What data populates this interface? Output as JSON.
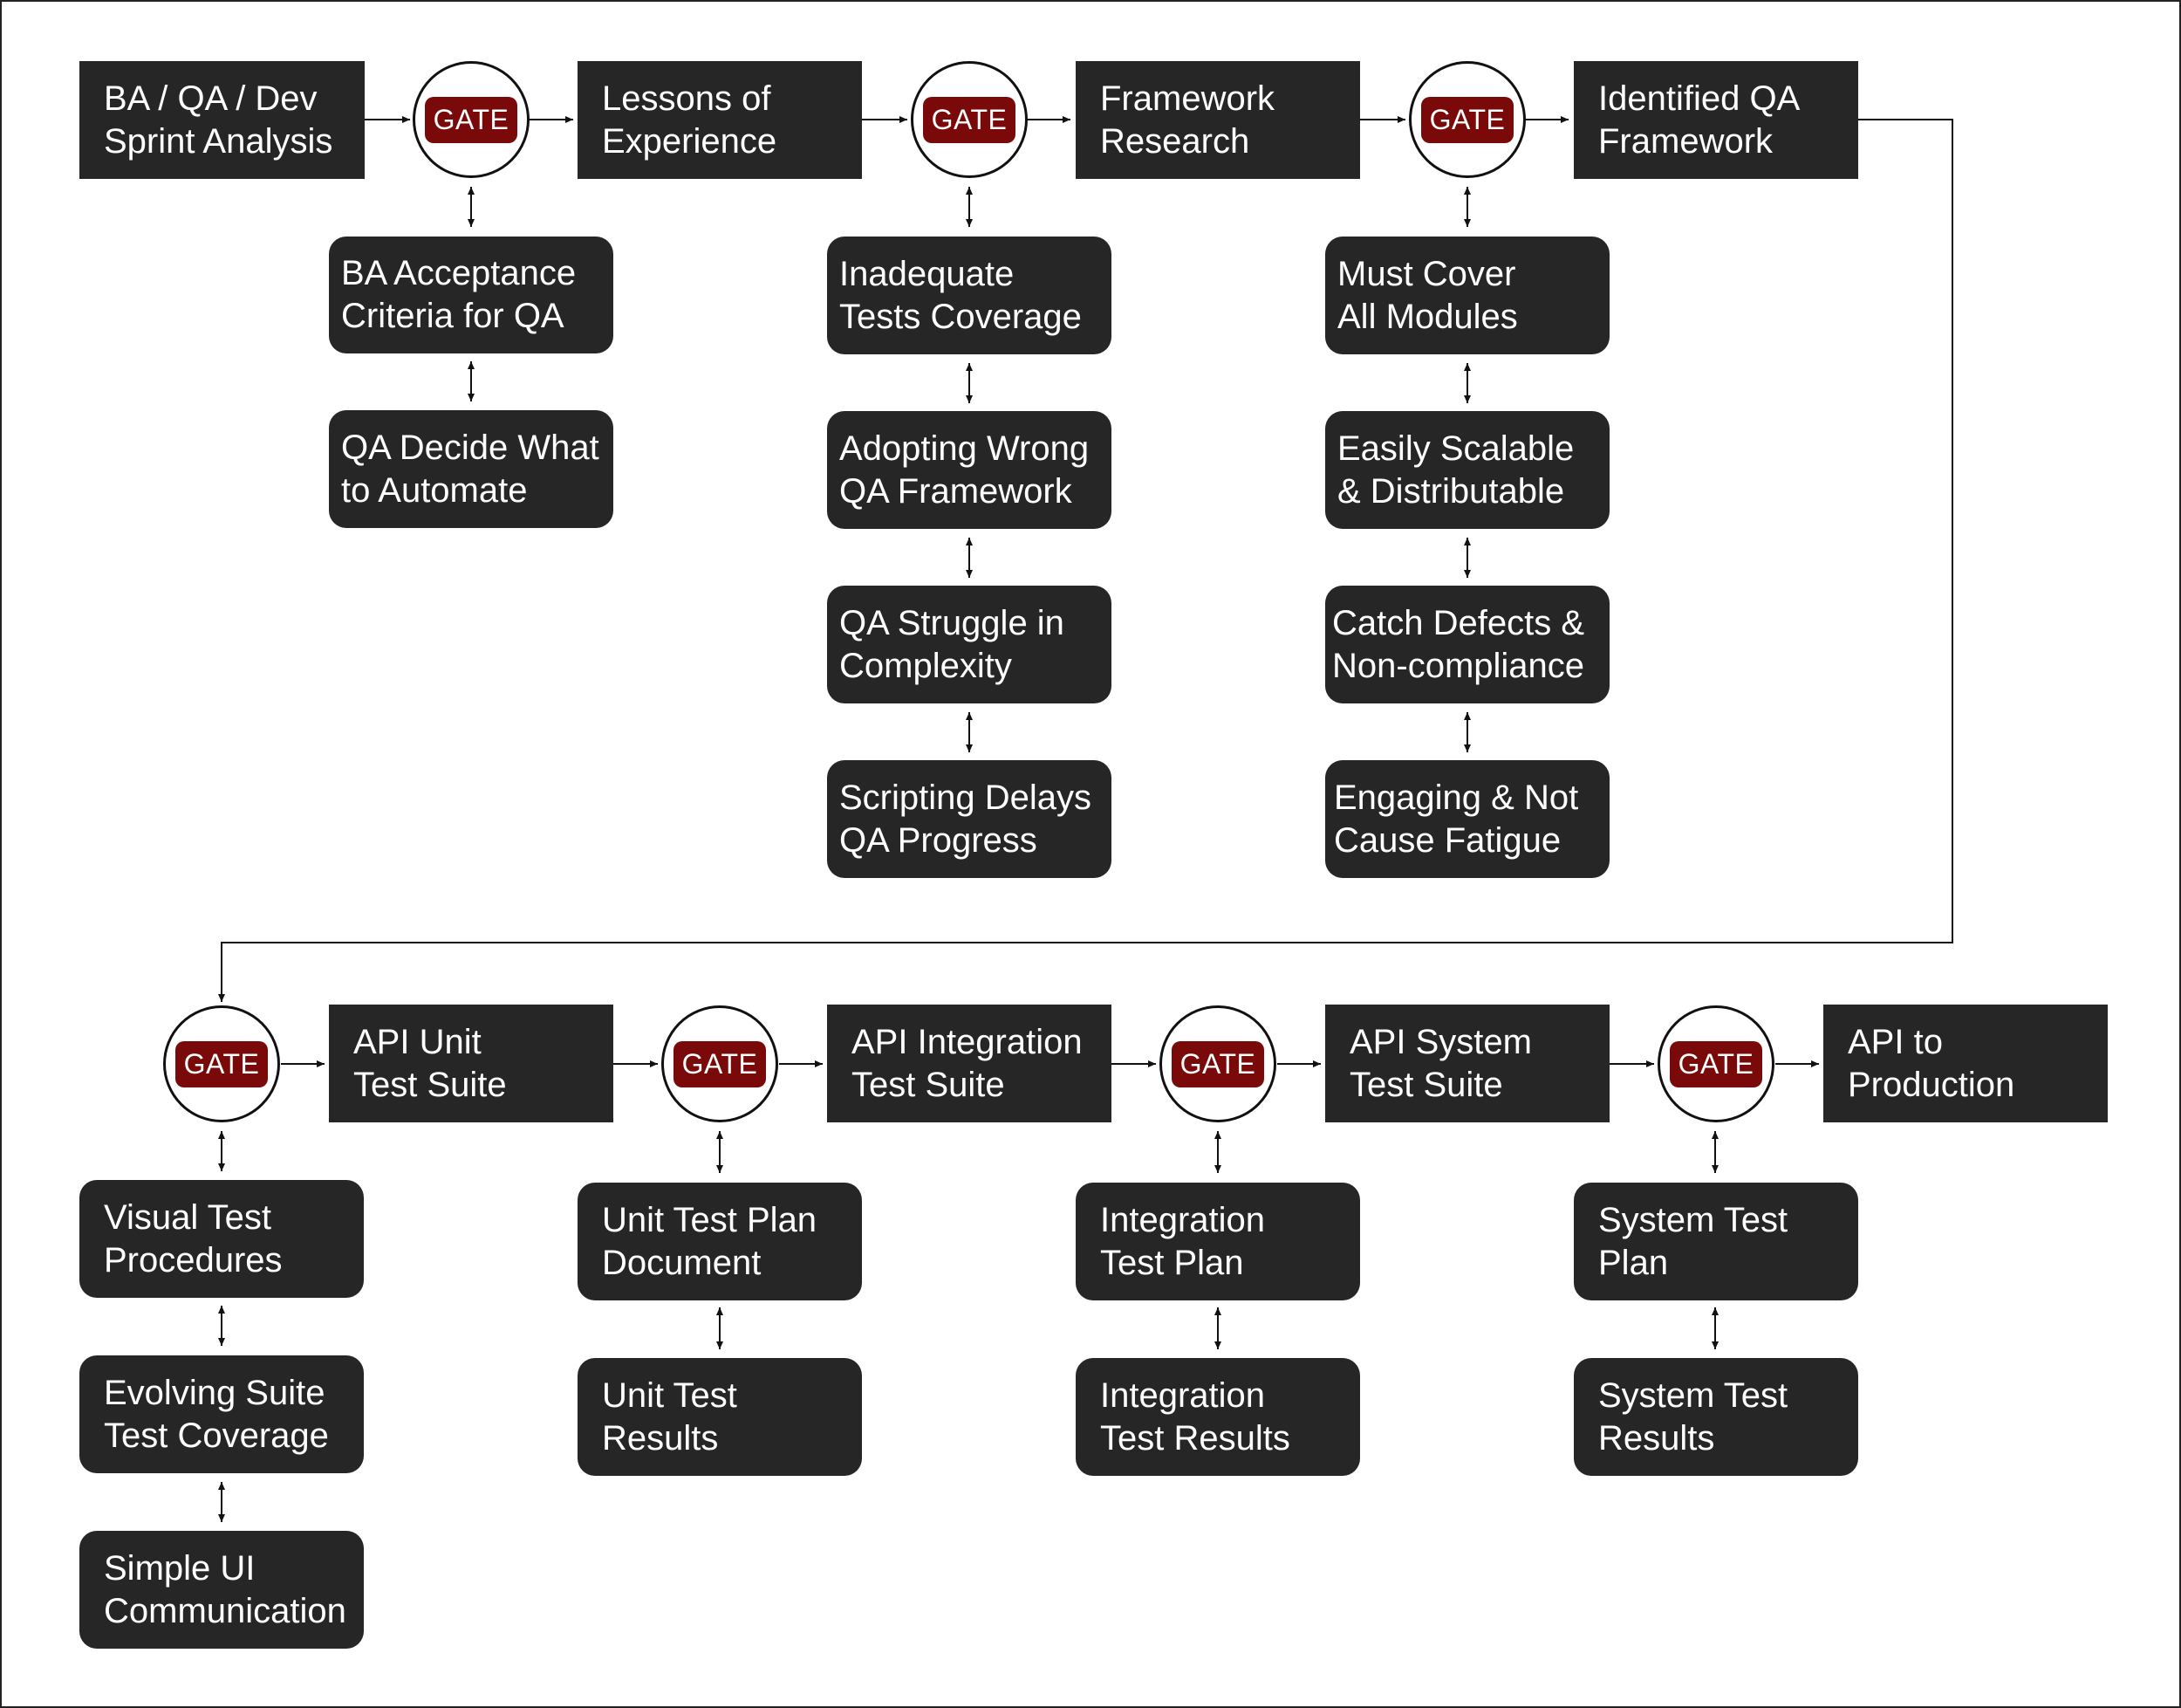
{
  "gate_label": "GATE",
  "colors": {
    "node_fill": "#262626",
    "gate_badge": "#7a0a0a",
    "line": "#111111"
  },
  "row1": {
    "steps": [
      "BA / QA / Dev\nSprint Analysis",
      "Lessons of\nExperience",
      "Framework\nResearch",
      "Identified QA\nFramework"
    ],
    "gate1_items": [
      "BA Acceptance\nCriteria for QA",
      "QA Decide What\nto Automate"
    ],
    "gate2_items": [
      "Inadequate\nTests Coverage",
      "Adopting Wrong\nQA Framework",
      "QA Struggle in\nComplexity",
      "Scripting Delays\nQA Progress"
    ],
    "gate3_items": [
      "Must Cover\nAll Modules",
      "Easily Scalable\n& Distributable",
      "Catch Defects &\nNon-compliance",
      "Engaging & Not\nCause Fatigue"
    ]
  },
  "row2": {
    "steps": [
      "API Unit\nTest Suite",
      "API Integration\nTest Suite",
      "API System\nTest Suite",
      "API to\nProduction"
    ],
    "gate1_items": [
      "Visual Test\nProcedures",
      "Evolving Suite\nTest Coverage",
      "Simple UI\nCommunication"
    ],
    "gate2_items": [
      "Unit Test Plan\nDocument",
      "Unit Test\nResults"
    ],
    "gate3_items": [
      "Integration\nTest Plan",
      "Integration\nTest Results"
    ],
    "gate4_items": [
      "System Test\nPlan",
      "System Test\nResults"
    ]
  }
}
